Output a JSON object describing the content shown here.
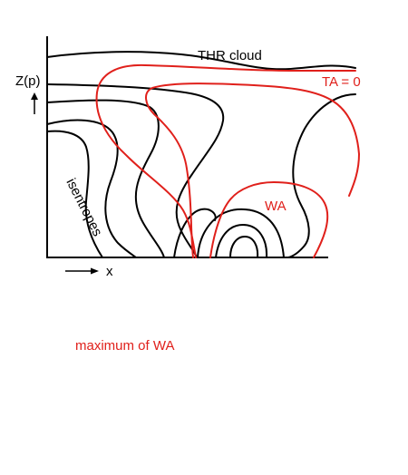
{
  "labels": {
    "thr_cloud": "THR cloud",
    "ta_zero": "TA = 0",
    "wa": "WA",
    "isentropes": "isentropes",
    "z_axis": "Z(p)",
    "x_axis": "x",
    "maximum_wa": "maximum of WA"
  },
  "colors": {
    "isentrope_line": "#000000",
    "thermal_advection_line": "#e0201b",
    "maximum_wa_text": "#e0201b"
  }
}
